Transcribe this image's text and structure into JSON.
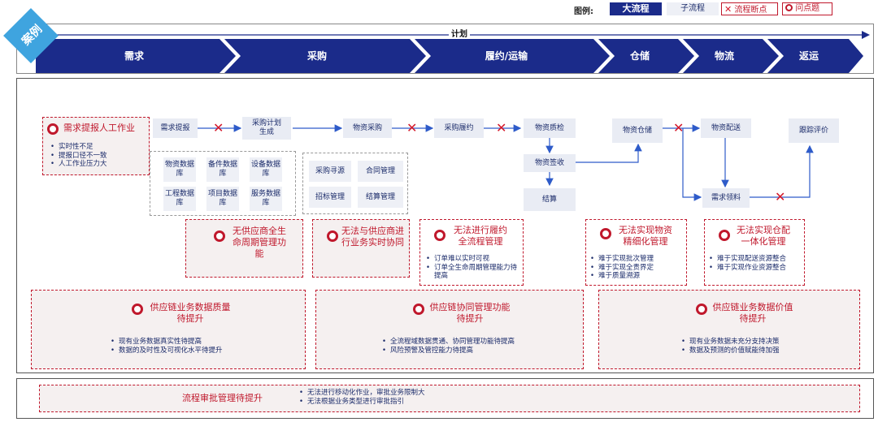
{
  "legend": {
    "label": "图例:",
    "main_flow": "大流程",
    "sub_flow": "子流程",
    "breakpoint": "流程断点",
    "issue": "问点题"
  },
  "case_label": "案例",
  "plan_label": "计划",
  "stages": [
    "需求",
    "采购",
    "履约/运输",
    "仓储",
    "物流",
    "返运"
  ],
  "process": {
    "demand_issue": "需求提报人工作业",
    "demand_issue_bullets": [
      "实时性不足",
      "提报口径不一致",
      "人工作业压力大"
    ],
    "demand_submit": "需求提报",
    "purchase_plan": "采购计划生成",
    "material_purchase": "物资采购",
    "purchase_fulfill": "采购履约",
    "quality_check": "物资质检",
    "sign_receipt": "物资签收",
    "settlement": "结算",
    "warehouse": "物资仓储",
    "distribution": "物资配送",
    "track_eval": "跟踪评价",
    "demand_receive": "需求领料"
  },
  "databases": [
    "物资数据库",
    "备件数据库",
    "设备数据库",
    "工程数据库",
    "项目数据库",
    "服务数据库"
  ],
  "purchase_subs": [
    "采购寻源",
    "合同管理",
    "招标管理",
    "结算管理"
  ],
  "issues": [
    {
      "title": "无供应商全生命周期管理功能",
      "bullets": []
    },
    {
      "title": "无法与供应商进行业务实时协同",
      "bullets": []
    },
    {
      "title": "无法进行履约全流程管理",
      "bullets": [
        "订单难以实时可视",
        "订单全生命周期管理能力待提高"
      ]
    },
    {
      "title": "无法实现物资精细化管理",
      "bullets": [
        "难于实现批次管理",
        "难于实现全责界定",
        "难于质量溯源"
      ]
    },
    {
      "title": "无法实现仓配一体化管理",
      "bullets": [
        "难于实现配送资源整合",
        "难于实现作业资源整合"
      ]
    }
  ],
  "big_issues": [
    {
      "title": "供应链业务数据质量待提升",
      "bullets": [
        "现有业务数据真实性待提高",
        "数据的及时性及可视化水平待提升"
      ]
    },
    {
      "title": "供应链协同管理功能待提升",
      "bullets": [
        "全流程域数据贯通、协同管理功能待提高",
        "风险预警及管控能力待提高"
      ]
    },
    {
      "title": "供应链业务数据价值待提升",
      "bullets": [
        "现有业务数据未充分支持决策",
        "数据及预测的价值赋能待加强"
      ]
    }
  ],
  "approval": {
    "title": "流程审批管理待提升",
    "bullets": [
      "无法进行移动化作业，审批业务限制大",
      "无法根据业务类型进行审批指引"
    ]
  },
  "colors": {
    "brand": "#1b2b8a",
    "alert": "#c0182c"
  }
}
